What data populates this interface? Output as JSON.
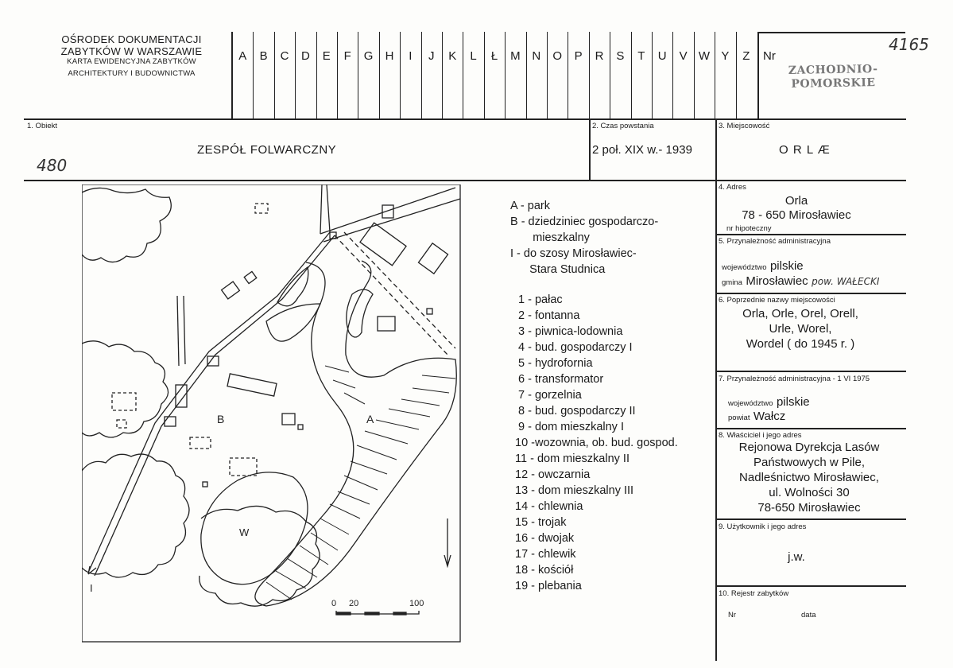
{
  "header": {
    "org_line1": "OŚRODEK DOKUMENTACJI",
    "org_line2": "ZABYTKÓW W WARSZAWIE",
    "org_line3": "KARTA EWIDENCYJNA ZABYTKÓW",
    "org_line4": "ARCHITEKTURY I BUDOWNICTWA",
    "letters": [
      "A",
      "B",
      "C",
      "D",
      "E",
      "F",
      "G",
      "H",
      "I",
      "J",
      "K",
      "L",
      "Ł",
      "M",
      "N",
      "O",
      "P",
      "R",
      "S",
      "T",
      "U",
      "V",
      "W",
      "Y",
      "Z"
    ],
    "nr_label": "Nr",
    "stamp_line1": "ZACHODNIO-",
    "stamp_line2": "POMORSKIE",
    "handwritten_number": "4165"
  },
  "fields": {
    "obiekt_label": "1. Obiekt",
    "obiekt_value": "ZESPÓŁ FOLWARCZNY",
    "obiekt_handwritten": "480",
    "czas_label": "2. Czas powstania",
    "czas_value": "2 poł. XIX w.- 1939",
    "miejscowosc_label": "3. Miejscowość",
    "miejscowosc_value": "O R L Æ",
    "adres_label": "4. Adres",
    "adres_line1": "Orla",
    "adres_line2": "78 - 650 Mirosławiec",
    "adres_hip": "nr hipoteczny",
    "przyn_label": "5. Przynależność administracyjna",
    "woj_prefix": "województwo",
    "woj_value": "pilskie",
    "gmina_prefix": "gmina",
    "gmina_value": "Mirosławiec",
    "gmina_handwritten": "pow. WAŁECKI",
    "poprz_label": "6. Poprzednie nazwy miejscowości",
    "poprz_line1": "Orla, Orle, Orel, Orell,",
    "poprz_line2": "Urle, Worel,",
    "poprz_line3": "Wordel ( do 1945 r. )",
    "przyn75_label": "7. Przynależność administracyjna - 1 VI 1975",
    "woj75_prefix": "województwo",
    "woj75_value": "pilskie",
    "powiat_prefix": "powiat",
    "powiat_value": "Wałcz",
    "wlasciciel_label": "8. Właściciel i jego adres",
    "wlasciciel_line1": "Rejonowa Dyrekcja Lasów",
    "wlasciciel_line2": "Państwowych w Pile,",
    "wlasciciel_line3": "Nadleśnictwo Mirosławiec,",
    "wlasciciel_line4": "ul. Wolności 30",
    "wlasciciel_line5": "78-650 Mirosławiec",
    "uzytkownik_label": "9. Użytkownik i jego adres",
    "uzytkownik_value": "j.w.",
    "rejestr_label": "10. Rejestr zabytków",
    "rejestr_nr": "Nr",
    "rejestr_data": "data"
  },
  "legend": {
    "areas": [
      "A - park",
      "B - dziedziniec gospodarczo-",
      "       mieszkalny",
      "I - do szosy Mirosławiec-",
      "      Stara Studnica"
    ],
    "items": [
      " 1 - pałac",
      " 2 - fontanna",
      " 3 - piwnica-lodownia",
      " 4 - bud. gospodarczy I",
      " 5 - hydrofornia",
      " 6 - transformator",
      " 7 - gorzelnia",
      " 8 - bud. gospodarczy II",
      " 9 - dom mieszkalny I",
      "10 -wozownia, ob. bud. gospod.",
      "11 - dom mieszkalny II",
      "12 - owczarnia",
      "13 - dom mieszkalny III",
      "14 - chlewnia",
      "15 - trojak",
      "16 - dwojak",
      "17 - chlewik",
      "18 - kościół",
      "19 - plebania"
    ]
  },
  "map": {
    "scale_labels": [
      "0",
      "20",
      "100"
    ],
    "area_labels": [
      "A",
      "B",
      "W"
    ],
    "road_label": "I"
  }
}
